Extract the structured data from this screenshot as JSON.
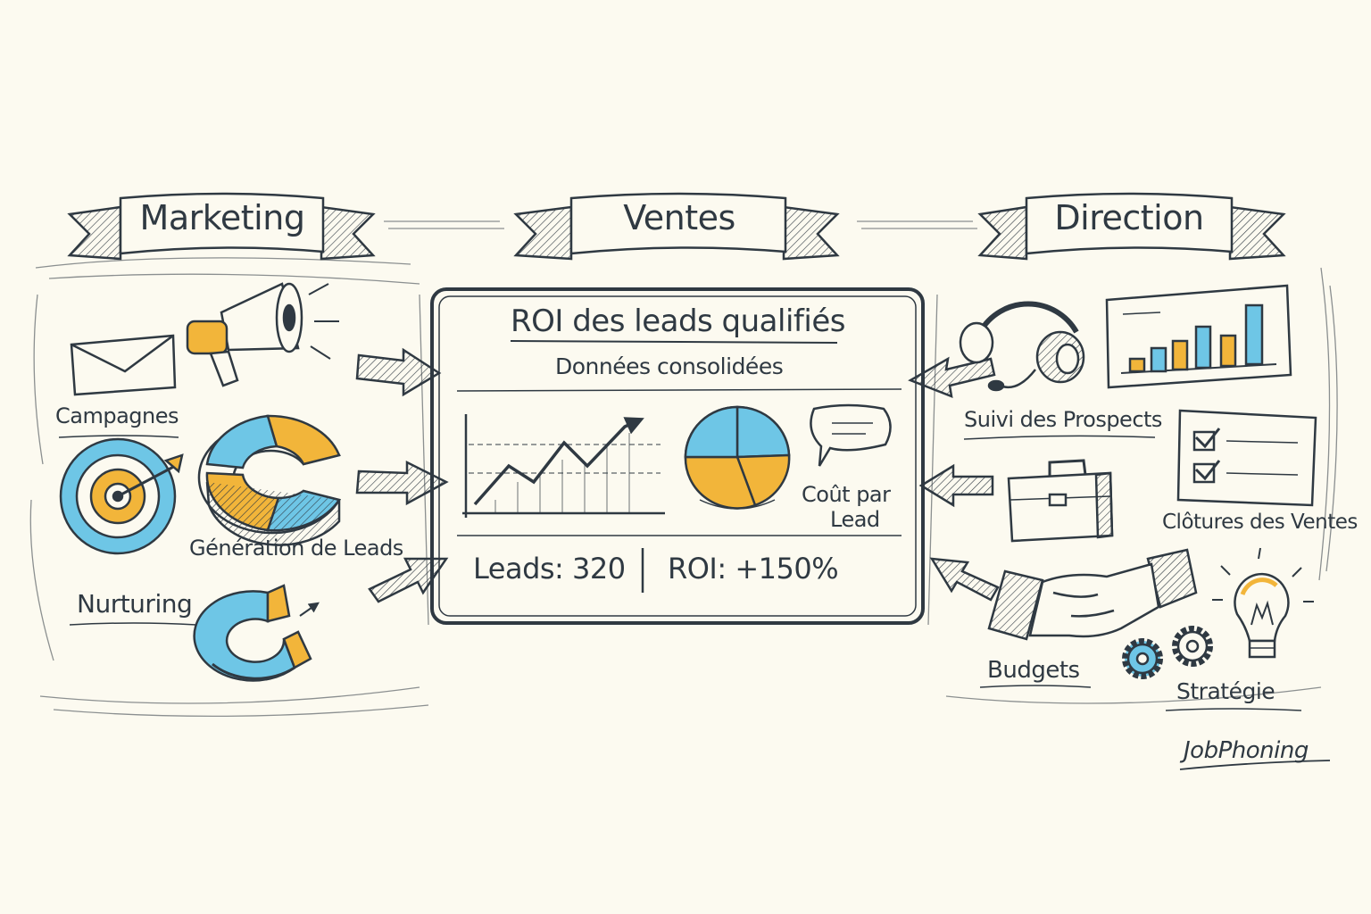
{
  "banners": {
    "marketing": "Marketing",
    "ventes": "Ventes",
    "direction": "Direction"
  },
  "dashboard": {
    "title": "ROI des leads qualifiés",
    "subtitle": "Données consolidées",
    "cost_label_line1": "Coût par",
    "cost_label_line2": "Lead",
    "leads_stat": "Leads: 320",
    "roi_stat": "ROI: +150%"
  },
  "marketing_items": {
    "campagnes": "Campagnes",
    "generation": "Génération de Leads",
    "nurturing": "Nurturing"
  },
  "direction_items": {
    "suivi": "Suivi des Prospects",
    "clotures": "Clôtures des Ventes",
    "budgets": "Budgets",
    "strategie": "Stratégie"
  },
  "signature": "JobPhoning",
  "colors": {
    "ink": "#2f3942",
    "blue": "#6ec6e6",
    "yellow": "#f2b53a",
    "paper": "#fcfaf0"
  },
  "icons": [
    "envelope-icon",
    "megaphone-icon",
    "target-icon",
    "lifebuoy-icon",
    "magnet-icon",
    "headset-icon",
    "bar-chart-icon",
    "checklist-icon",
    "briefcase-icon",
    "handshake-icon",
    "gears-icon",
    "lightbulb-icon",
    "line-chart-icon",
    "pie-chart-icon",
    "speech-bubble-icon"
  ]
}
